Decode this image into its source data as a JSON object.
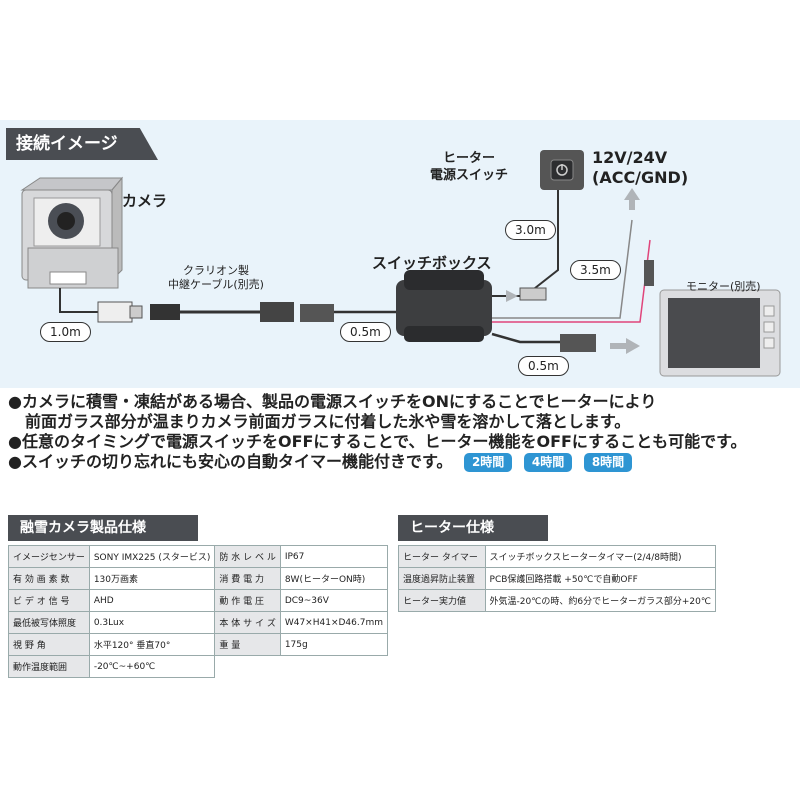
{
  "diagram": {
    "section_title": "接続イメージ",
    "camera_label": "カメラ",
    "heater_switch_label": [
      "ヒーター",
      "電源スイッチ"
    ],
    "power_label": [
      "12V/24V",
      "(ACC/GND)"
    ],
    "switchbox_label": "スイッチボックス",
    "relay_cable_label": [
      "クラリオン製",
      "中継ケーブル(別売)"
    ],
    "monitor_label": "モニター(別売)",
    "lengths": {
      "camera_cable": "1.0m",
      "switch_cable": "3.0m",
      "power_cable": "3.5m",
      "box_out": "0.5m",
      "box_in": "0.5m"
    }
  },
  "bullets": [
    "●カメラに積雪・凍結がある場合、製品の電源スイッチをONにすることでヒーターにより",
    "前面ガラス部分が温まりカメラ前面ガラスに付着した氷や雪を溶かして落とします。",
    "●任意のタイミングで電源スイッチをOFFにすることで、ヒーター機能をOFFにすることも可能です。",
    "●スイッチの切り忘れにも安心の自動タイマー機能付きです。"
  ],
  "timer_badges": [
    "2時間",
    "4時間",
    "8時間"
  ],
  "camera_spec": {
    "title": "融雪カメラ製品仕様",
    "rows": [
      [
        "イメージセンサー",
        "SONY IMX225 (スタービス)",
        "防 水 レ ベ ル",
        "IP67"
      ],
      [
        "有 効 画 素 数",
        "130万画素",
        "消 費 電 力",
        "8W(ヒーターON時)"
      ],
      [
        "ビ デ オ 信 号",
        "AHD",
        "動 作 電 圧",
        "DC9~36V"
      ],
      [
        "最低被写体照度",
        "0.3Lux",
        "本 体 サ イ ズ",
        "W47×H41×D46.7mm"
      ],
      [
        "視 野 角",
        "水平120° 垂直70°",
        "重 量",
        "175g"
      ],
      [
        "動作温度範囲",
        "-20℃~+60℃",
        "",
        ""
      ]
    ]
  },
  "heater_spec": {
    "title": "ヒーター仕様",
    "rows": [
      [
        "ヒーター タイマー",
        "スイッチボックスヒータータイマー(2/4/8時間)"
      ],
      [
        "温度過昇防止装置",
        "PCB保護回路搭載 +50℃で自動OFF"
      ],
      [
        "ヒーター実力値",
        "外気温-20℃の時、約6分でヒーターガラス部分+20℃"
      ]
    ]
  },
  "colors": {
    "accent": "#2e95d3",
    "header_bg": "#4a4d52",
    "diagram_bg": "#e9f3fa",
    "pink_wire": "#e0457b"
  }
}
